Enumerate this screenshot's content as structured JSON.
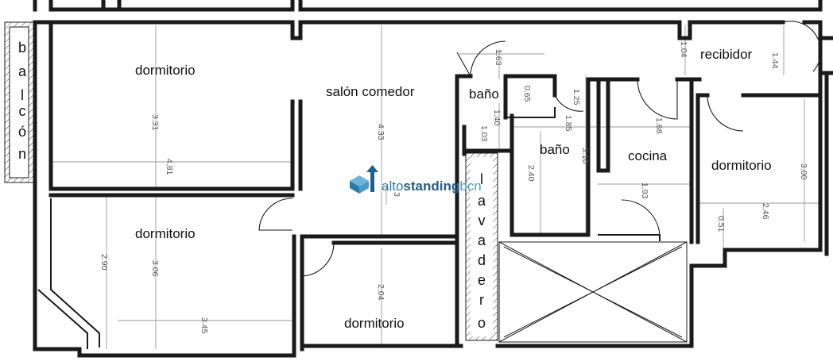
{
  "rooms": {
    "dormitorio_top_left": "dormitorio",
    "salon": "salón comedor",
    "bano_small": "baño",
    "bano_large": "baño",
    "cocina": "cocina",
    "recibidor": "recibidor",
    "dormitorio_right": "dormitorio",
    "dormitorio_bottom_left": "dormitorio",
    "dormitorio_bottom_mid": "dormitorio"
  },
  "balcon_letters": [
    "b",
    "a",
    "l",
    "c",
    "ó",
    "n"
  ],
  "lavadero_letters": [
    "l",
    "a",
    "v",
    "a",
    "d",
    "e",
    "r",
    "o"
  ],
  "dimensions": {
    "d_3_31": "3.31",
    "d_4_81": "4.81",
    "d_4_33": "4.33",
    "d_3": "3",
    "d_2_90": "2.90",
    "d_3_06": "3.06",
    "d_3_45": "3.45",
    "d_2_04": "2.04",
    "d_1_63": "1.63",
    "d_0_65": "0.65",
    "d_1_40": "1.40",
    "d_1_03": "1.03",
    "d_1_25": "1.25",
    "d_1_85": "1.85",
    "d_1_68": "1.68",
    "d_3_10": "3.10",
    "d_2_40": "2.40",
    "d_1_93": "1.93",
    "d_1_04": "1.04",
    "d_1_44": "1.44",
    "d_3_00": "3.00",
    "d_2_46": "2.46",
    "d_0_51": "0.51"
  },
  "watermark": {
    "part1": "alto",
    "part2": "standing",
    "part3": "bcn"
  },
  "colors": {
    "wall": "#1a1a1a",
    "dimension": "#9a9a9a",
    "logo": "#2a7aa8"
  }
}
